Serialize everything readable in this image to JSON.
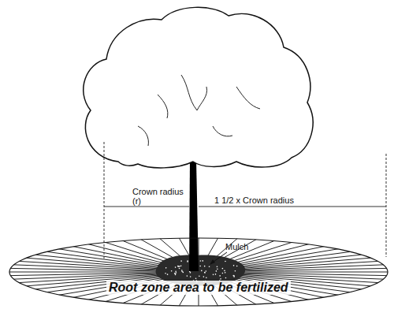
{
  "diagram": {
    "nodes": [
      {
        "text": [
          "Root zone area to be fertilized"
        ]
      }
    ],
    "labels": [
      "Crown radius (r)",
      "1 1/2 x Crown radius",
      "Mulch"
    ]
  }
}
